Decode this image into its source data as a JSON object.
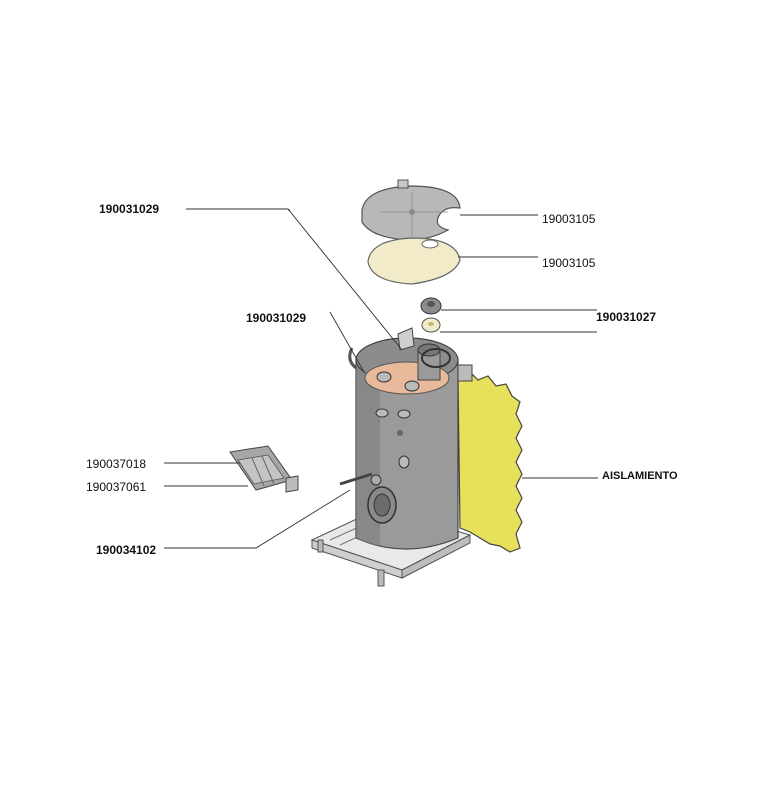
{
  "labels": {
    "tank_outer_top_bold": "190031029",
    "cover_top": "19003105",
    "cover_insulation": "19003105",
    "tank_inner_top_bold": "190031029",
    "anode_cap_bold": "190031027",
    "bracket_upper": "190037018",
    "bracket_lower": "190037061",
    "burner_bold": "190034102",
    "insulation": "AISLAMIENTO"
  },
  "colors": {
    "tank": "#9a9a9a",
    "tank_dark": "#7d7d7d",
    "insulation": "#e6e05a",
    "cover_grey": "#b8b8b8",
    "cover_cream": "#f2ebc9",
    "copper": "#e8b99a"
  }
}
